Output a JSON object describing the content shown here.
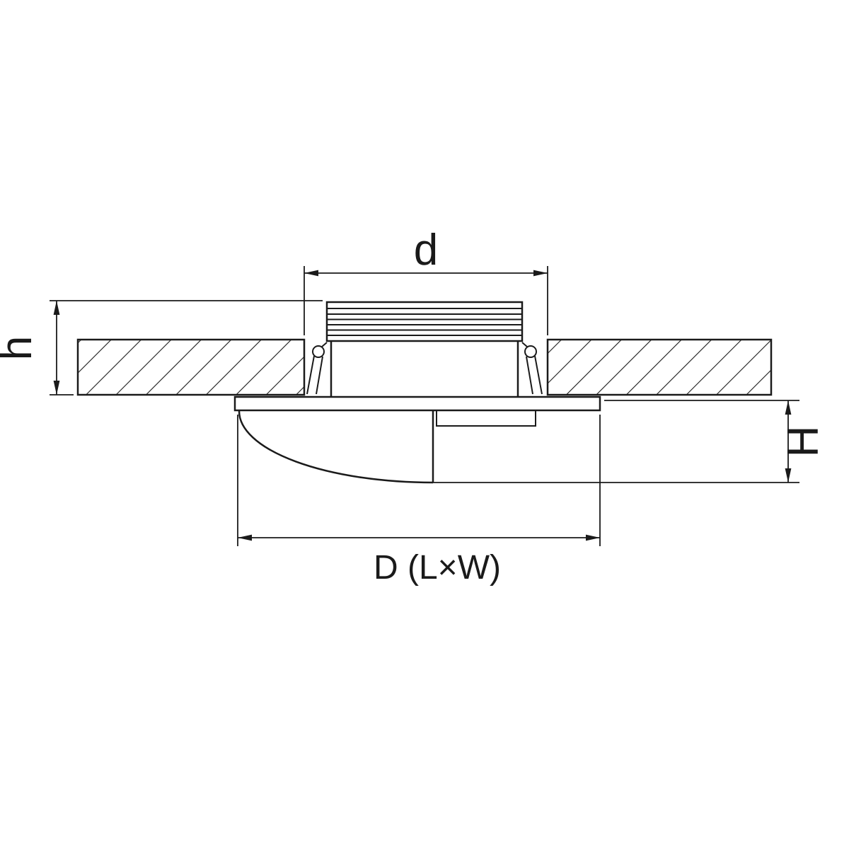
{
  "diagram": {
    "kind": "recessed-downlight-installation-dimension-drawing",
    "colors": {
      "line": "#1a1a1a",
      "background": "#ffffff"
    },
    "labels": {
      "cutout_diameter": "d",
      "recess_depth": "h",
      "protrusion_height": "H",
      "overall_size": "D (L×W)"
    }
  }
}
